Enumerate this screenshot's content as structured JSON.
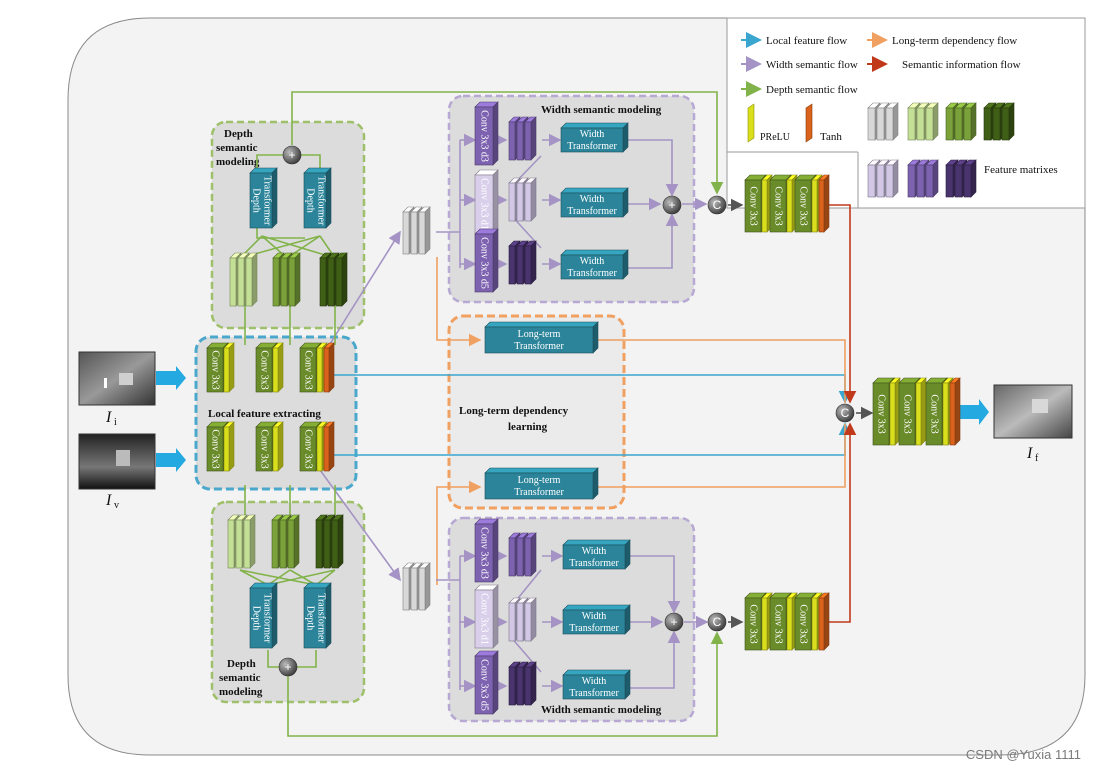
{
  "legend": {
    "items": [
      {
        "label": "Local feature flow",
        "color": "#3aa6d0"
      },
      {
        "label": "Long-term dependency flow",
        "color": "#f0a060"
      },
      {
        "label": "Width semantic flow",
        "color": "#a493c4"
      },
      {
        "label": "Semantic information flow",
        "color": "#c0391b"
      },
      {
        "label": "Depth semantic flow",
        "color": "#82b34a"
      }
    ],
    "prelu": "PReLU",
    "tanh": "Tanh",
    "feature_matrixes": "Feature matrixes"
  },
  "modules": {
    "depth_top": "Depth semantic modeling",
    "depth_bottom": "Depth semantic modeling",
    "width_top": "Width semantic modeling",
    "width_bottom": "Width semantic modeling",
    "local": "Local feature extracting",
    "longterm": "Long-term dependency learning"
  },
  "blocks": {
    "conv3x3": "Conv 3x3",
    "conv_d1": "Conv 3x3 d1",
    "conv_d3": "Conv 3x3 d3",
    "conv_d5": "Conv 3x3 d5",
    "depth_transformer": "Depth Transformer",
    "width_transformer": "Width Transformer",
    "longterm_transformer": "Long-term Transformer",
    "concat": "C",
    "add": "+"
  },
  "inputs": {
    "ir_label": "I",
    "ir_sub": "i",
    "vis_label": "I",
    "vis_sub": "v",
    "out_label": "I",
    "out_sub": "f"
  },
  "colors": {
    "local": "#3aa6d0",
    "longterm": "#f0a060",
    "width": "#a493c4",
    "semantic": "#c0391b",
    "depth": "#82b34a",
    "teal": "#2b8499",
    "green_dark": "#6a8b2a",
    "yellow": "#d9df1c",
    "orange": "#d9621c"
  },
  "watermark": "CSDN @Yuxia 1111"
}
